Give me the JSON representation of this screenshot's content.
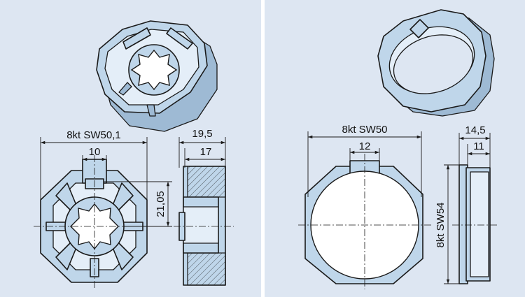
{
  "left_part": {
    "dim_width": "8kt SW50,1",
    "dim_slot": "10",
    "dim_height": "21,05",
    "dim_side_outer": "19,5",
    "dim_side_inner": "17"
  },
  "right_part": {
    "dim_width": "8kt SW50",
    "dim_slot": "12",
    "dim_height": "8kt SW54",
    "dim_side_outer": "14,5",
    "dim_side_inner": "11"
  },
  "colors": {
    "background": "#dde6f2",
    "part_fill": "#bfd6ea",
    "line": "#1a1a1a"
  }
}
